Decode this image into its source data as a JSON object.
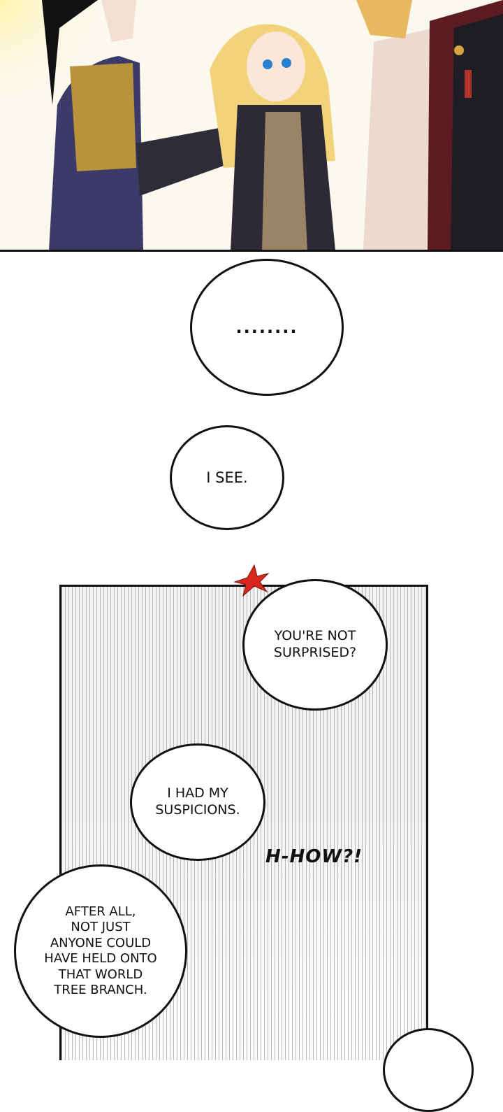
{
  "panels": {
    "top": {
      "description_icon": "illustration-image"
    },
    "bubbles": {
      "dots": "........",
      "i_see": "I SEE.",
      "surprised": [
        "YOU'RE NOT",
        "SURPRISED?"
      ],
      "suspicions": [
        "I HAD MY",
        "SUSPICIONS."
      ],
      "after_all": [
        "AFTER ALL,",
        "NOT JUST",
        "ANYONE COULD",
        "HAVE HELD ONTO",
        "THAT WORLD",
        "TREE BRANCH."
      ]
    },
    "sfx": "H-HOW?!"
  },
  "colors": {
    "burst": "#d9271e",
    "panel_gray": "#f3f3f3",
    "outline": "#111111"
  }
}
